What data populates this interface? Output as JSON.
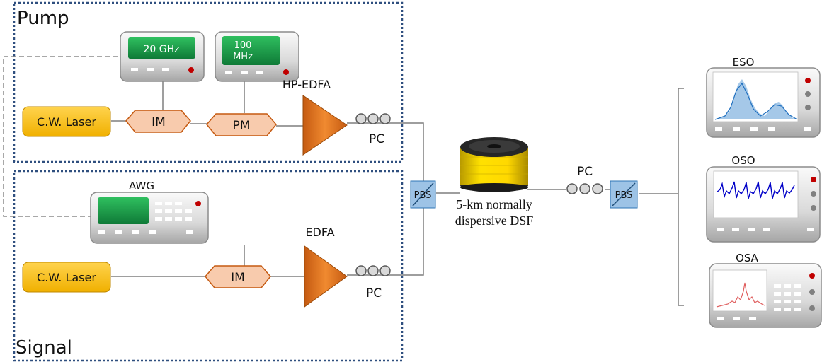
{
  "groups": {
    "pump_label": "Pump",
    "signal_label": "Signal"
  },
  "instruments": {
    "rf_gen_1": "20 GHz",
    "rf_gen_2_line1": "100",
    "rf_gen_2_line2": "MHz",
    "awg": "AWG"
  },
  "components": {
    "pump_laser": "C.W. Laser",
    "signal_laser": "C.W. Laser",
    "pump_im": "IM",
    "pump_pm": "PM",
    "signal_im": "IM",
    "hp_edfa": "HP-EDFA",
    "edfa": "EDFA",
    "pc_pump": "PC",
    "pc_signal": "PC",
    "pc_out": "PC",
    "pbs_in": "PBS",
    "pbs_out": "PBS",
    "fiber_line1": "5-km normally",
    "fiber_line2": "dispersive DSF"
  },
  "scopes": {
    "eso": "ESO",
    "oso": "OSO",
    "osa": "OSA"
  },
  "colors": {
    "laser_fill": "#ffc000",
    "modulator_fill": "#f8cbad",
    "amplifier_fill": "#e46c0a",
    "pbs_fill": "#9dc3e6",
    "screen_green": "#1f9f4f",
    "group_border": "#2f4f7f"
  }
}
